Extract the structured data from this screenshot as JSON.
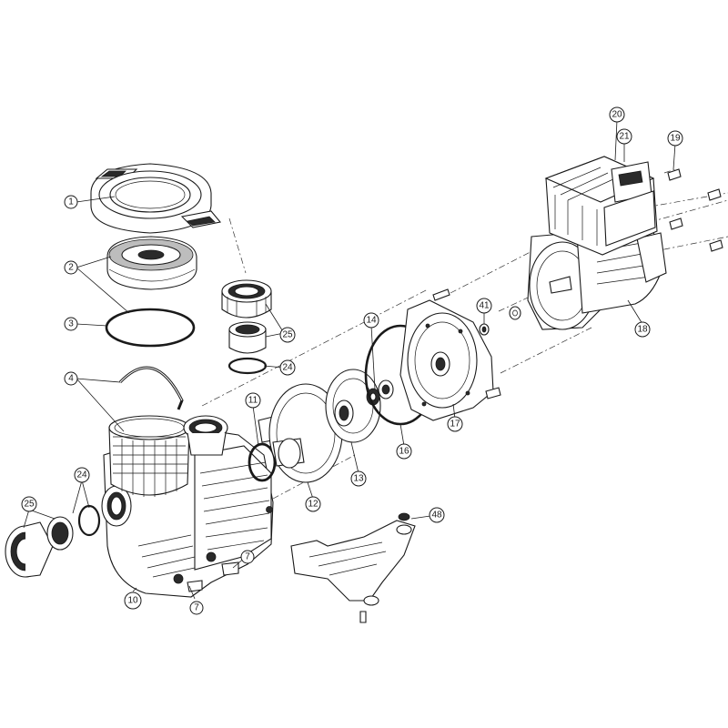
{
  "diagram": {
    "type": "exploded-parts-diagram",
    "callouts": {
      "c1": "1",
      "c2": "2",
      "c3": "3",
      "c4": "4",
      "c7a": "7",
      "c7b": "7",
      "c10": "10",
      "c11": "11",
      "c12": "12",
      "c13": "13",
      "c14": "14",
      "c16": "16",
      "c17": "17",
      "c18": "18",
      "c19": "19",
      "c20": "20",
      "c21": "21",
      "c24a": "24",
      "c24b": "24",
      "c25a": "25",
      "c25b": "25",
      "c41": "41",
      "c48": "48"
    }
  }
}
